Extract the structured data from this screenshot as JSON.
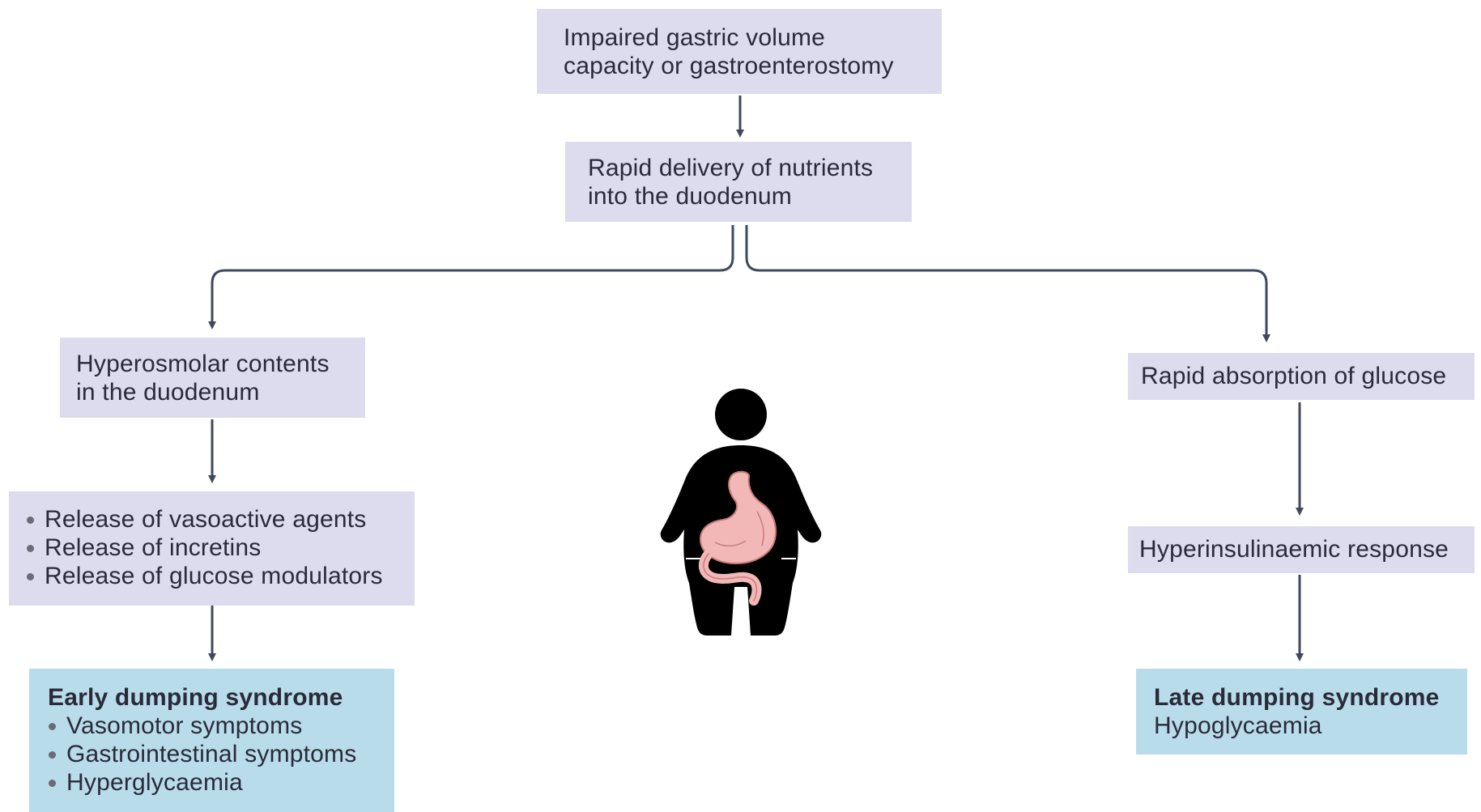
{
  "top_box": {
    "lines": [
      "Impaired gastric volume",
      "capacity or gastroenterostomy"
    ]
  },
  "delivery_box": {
    "lines": [
      "Rapid delivery of nutrients",
      "into the duodenum"
    ]
  },
  "left_branch": {
    "hyperosmolar_box": {
      "lines": [
        "Hyperosmolar contents",
        "in the duodenum"
      ]
    },
    "release_box": {
      "items": [
        "Release of vasoactive agents",
        "Release of incretins",
        "Release of  glucose modulators"
      ]
    },
    "outcome_box": {
      "title": "Early dumping syndrome",
      "items": [
        "Vasomotor symptoms",
        "Gastrointestinal symptoms",
        "Hyperglycaemia"
      ]
    }
  },
  "right_branch": {
    "absorption_box": {
      "label": "Rapid absorption of glucose"
    },
    "insulin_box": {
      "label": "Hyperinsulinaemic response"
    },
    "outcome_box": {
      "title": "Late dumping syndrome",
      "subtitle": "Hypoglycaemia"
    }
  },
  "illustration": {
    "icon": "person-with-stomach-icon"
  },
  "colors": {
    "process_box": "#dcdcee",
    "outcome_box": "#b8dcea",
    "connector": "#3e4a5c",
    "figure": "#000000",
    "stomach": "#f2b8b8"
  }
}
